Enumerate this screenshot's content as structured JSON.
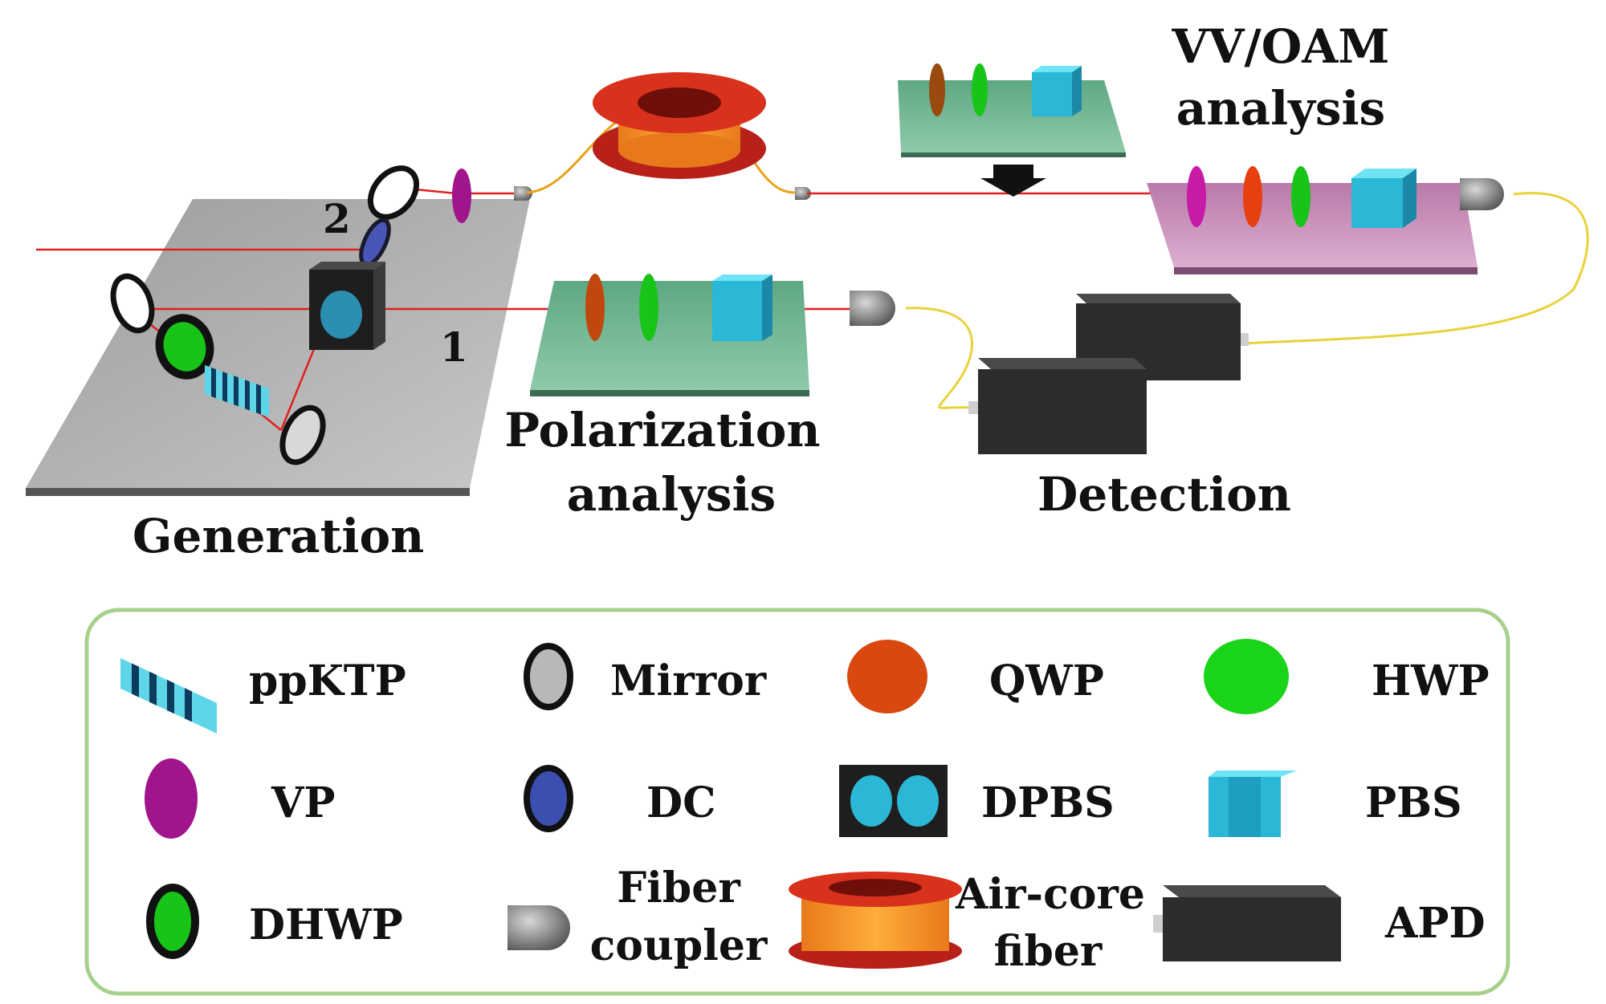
{
  "labels": {
    "generation": "Generation",
    "polarization_line1": "Polarization",
    "polarization_line2": "analysis",
    "vv_line1": "VV/OAM",
    "vv_line2": "analysis",
    "detection": "Detection",
    "path1": "1",
    "path2": "2"
  },
  "legend": {
    "ppktp": "ppKTP",
    "mirror": "Mirror",
    "qwp": "QWP",
    "hwp": "HWP",
    "vp": "VP",
    "dc": "DC",
    "dpbs": "DPBS",
    "pbs": "PBS",
    "dhwp": "DHWP",
    "fiber_coupler_line1": "Fiber",
    "fiber_coupler_line2": "coupler",
    "aircore_line1": "Air-core",
    "aircore_line2": "fiber",
    "apd": "APD"
  },
  "colors": {
    "beam": "#e0201c",
    "fiber": "#e8c23a",
    "qwp": "#d9480f",
    "hwp": "#19d419",
    "vp": "#a0148c",
    "dc": "#3a4fb0",
    "pbs": "#2bb7d6",
    "table_gray": "#a9a9a9",
    "table_green": "#6fb894",
    "table_pink": "#c98ab8",
    "legend_border": "#a8d08d",
    "apd": "#2c2c2c",
    "aircore": "#f08a1c",
    "aircore_rim": "#b8201a"
  }
}
